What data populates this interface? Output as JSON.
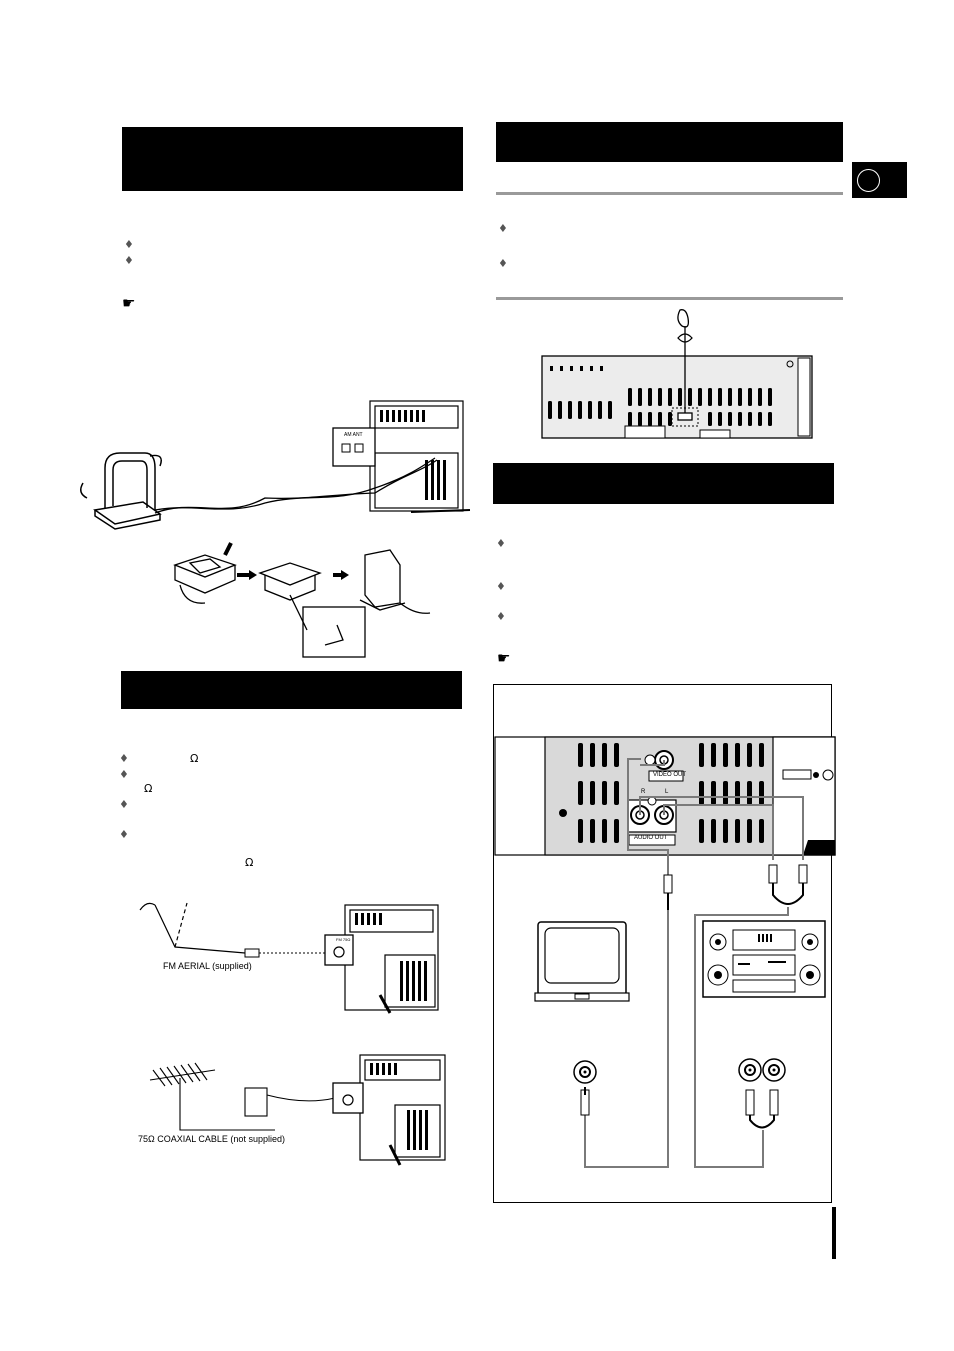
{
  "bullet_char": "♦",
  "note_char": "☛",
  "omega_char": "Ω",
  "lang_tab": {
    "circle": ""
  },
  "labels": {
    "am_ant": "AM ANT",
    "fm_aerial": "FM AERIAL (supplied)",
    "coaxial_cable": "75Ω COAXIAL CABLE (not supplied)",
    "video_out": "VIDEO OUT",
    "audio_out": "AUDIO OUT",
    "fm75": "FM 75Ω",
    "r": "R",
    "l": "L"
  }
}
